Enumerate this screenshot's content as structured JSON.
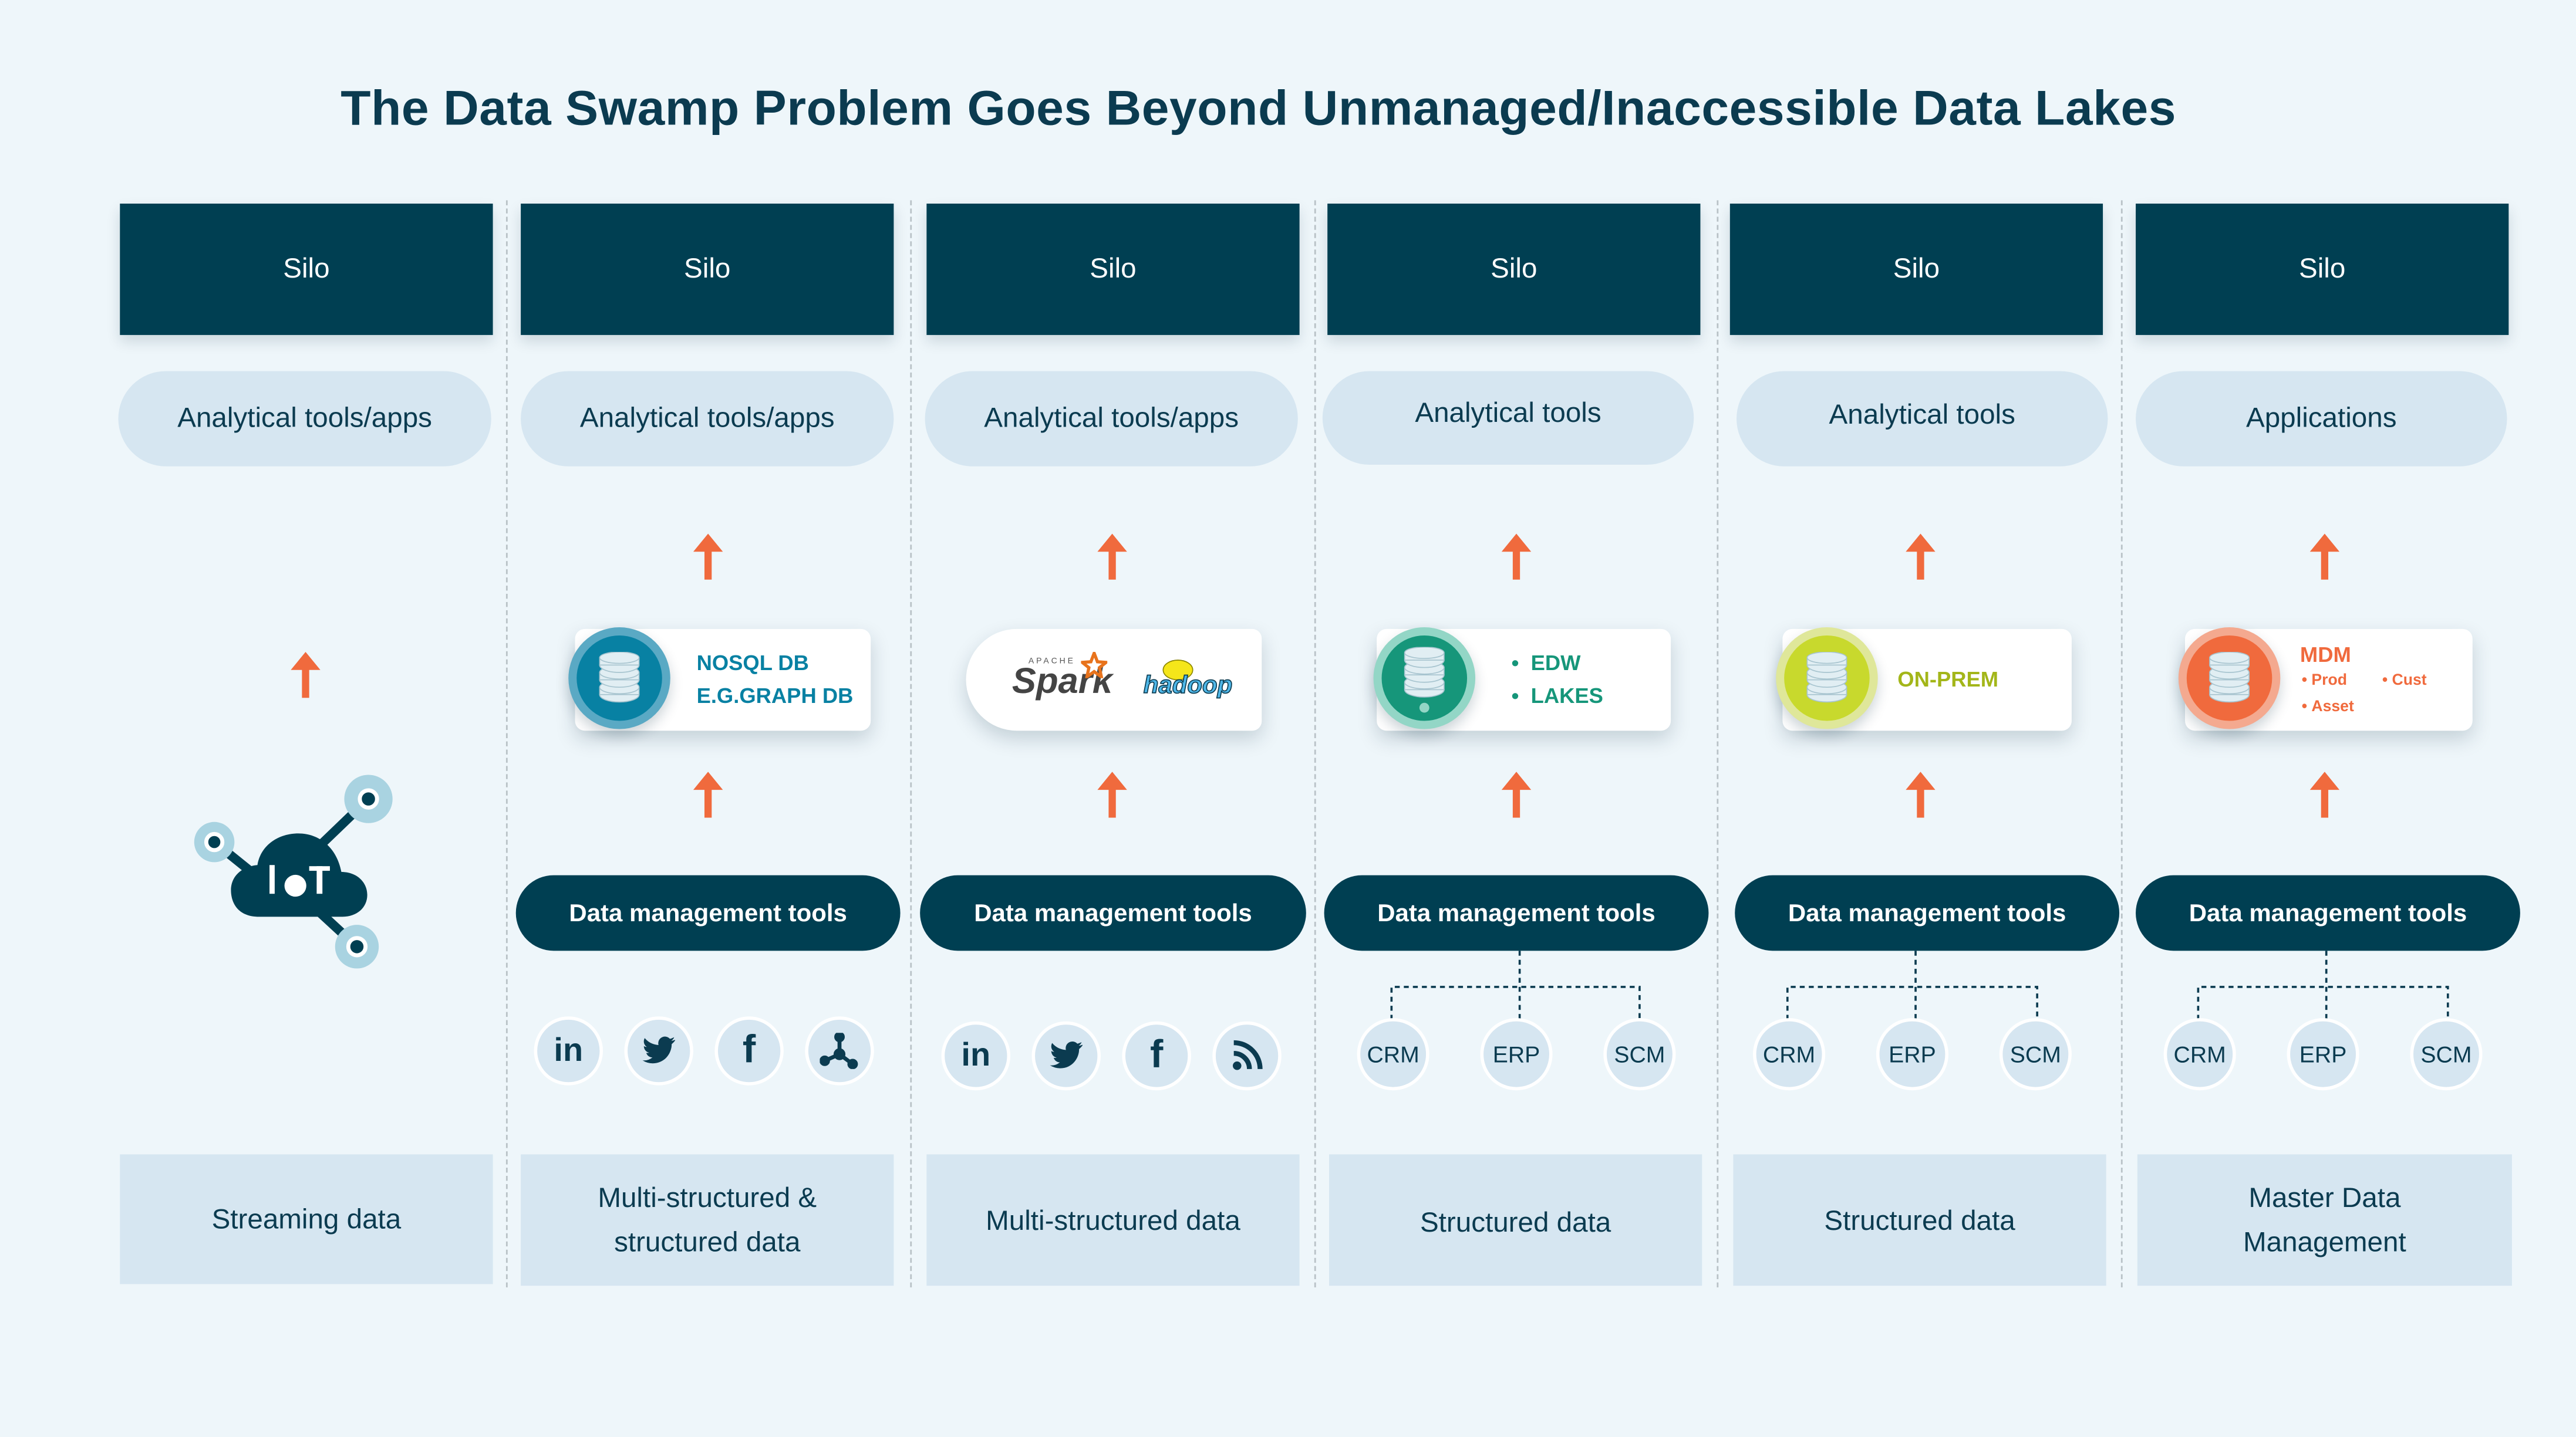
{
  "title": "The Data Swamp Problem Goes Beyond Unmanaged/Inaccessible Data Lakes",
  "colors": {
    "navy": "#003f52",
    "light_blue": "#d6e6f1",
    "background": "#eef6fa",
    "arrow_orange": "#f06a3d",
    "nosql_blue": "#0881a3",
    "edw_green": "#16967a",
    "onprem_lime": "#c8d92d",
    "mdm_orange": "#f06a3d"
  },
  "columns": [
    {
      "silo": "Silo",
      "top_label": "Analytical tools/apps",
      "middle_icon": "iot-cloud-icon",
      "bottom_label": [
        "Streaming data"
      ]
    },
    {
      "silo": "Silo",
      "top_label": "Analytical tools/apps",
      "card": {
        "icon": "database-icon",
        "lines": [
          "NOSQL DB",
          "E.G.GRAPH DB"
        ]
      },
      "data_mgmt": "Data management tools",
      "sources": [
        "linkedin-icon",
        "twitter-icon",
        "facebook-icon",
        "graph-network-icon"
      ],
      "bottom_label": [
        "Multi-structured &",
        "structured data"
      ]
    },
    {
      "silo": "Silo",
      "top_label": "Analytical tools/apps",
      "card": {
        "logos": [
          "Apache Spark",
          "hadoop"
        ],
        "spark_small": "APACHE",
        "spark_word": "Spark",
        "hadoop_word": "hadoop"
      },
      "data_mgmt": "Data management tools",
      "sources": [
        "linkedin-icon",
        "twitter-icon",
        "facebook-icon",
        "rss-icon"
      ],
      "bottom_label": [
        "Multi-structured data"
      ]
    },
    {
      "silo": "Silo",
      "top_label": "Analytical tools",
      "card": {
        "icon": "database-icon",
        "bullets": [
          "EDW",
          "LAKES"
        ]
      },
      "data_mgmt": "Data management tools",
      "systems": [
        "CRM",
        "ERP",
        "SCM"
      ],
      "bottom_label": [
        "Structured data"
      ]
    },
    {
      "silo": "Silo",
      "top_label": "Analytical tools",
      "card": {
        "icon": "database-icon",
        "lines": [
          "ON-PREM"
        ]
      },
      "data_mgmt": "Data management tools",
      "systems": [
        "CRM",
        "ERP",
        "SCM"
      ],
      "bottom_label": [
        "Structured data"
      ]
    },
    {
      "silo": "Silo",
      "top_label": "Applications",
      "card": {
        "icon": "database-icon",
        "heading": "MDM",
        "bullets": [
          "Prod",
          "Cust",
          "Asset"
        ]
      },
      "data_mgmt": "Data management tools",
      "systems": [
        "CRM",
        "ERP",
        "SCM"
      ],
      "bottom_label": [
        "Master Data",
        "Management"
      ]
    }
  ]
}
